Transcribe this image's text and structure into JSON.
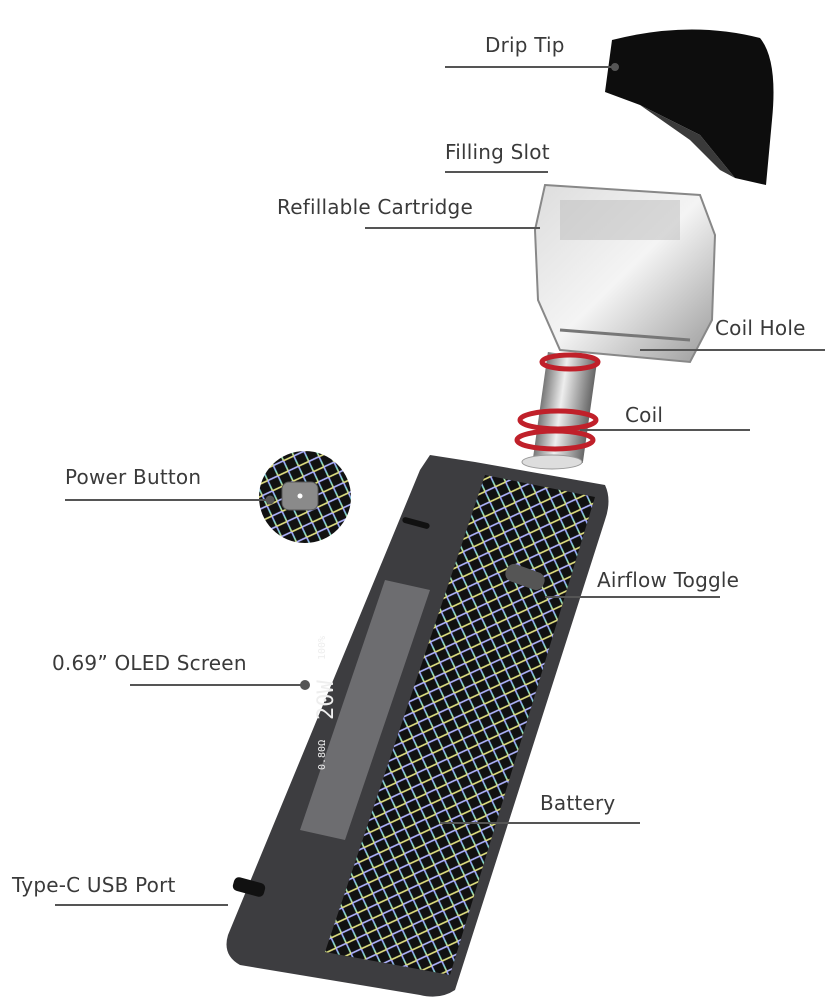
{
  "labels": {
    "drip_tip": "Drip Tip",
    "filling_slot": "Filling Slot",
    "refillable_cartridge": "Refillable Cartridge",
    "coil_hole": "Coil Hole",
    "coil": "Coil",
    "power_button": "Power Button",
    "airflow_toggle": "Airflow Toggle",
    "oled_screen": "0.69” OLED Screen",
    "battery": "Battery",
    "usb_port": "Type-C USB Port"
  },
  "screen": {
    "wattage": "20W",
    "battery": "100%",
    "resistance": "0.80Ω"
  },
  "colors": {
    "text": "#3a3a3a",
    "line": "#555555",
    "body": "#2b2b2d"
  }
}
